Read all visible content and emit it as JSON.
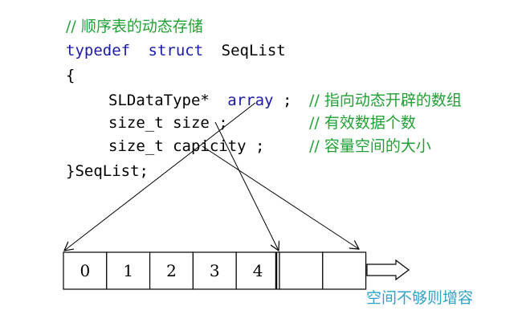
{
  "colors": {
    "comment": "#22a035",
    "keyword": "#1a1aa6",
    "text": "#000000",
    "note": "#2fa3c9",
    "line": "#000000"
  },
  "code": {
    "comment_title": "// 顺序表的动态存储",
    "typedef_kw": "typedef",
    "struct_kw": "struct",
    "struct_name": "SeqList",
    "open_brace": "{",
    "field1_type": "SLDataType*",
    "field1_name": "array",
    "field1_semicolon": ";",
    "field1_comment": "// 指向动态开辟的数组",
    "field2_decl": "size_t size ;",
    "field2_comment": "// 有效数据个数",
    "field3_decl": "size_t capicity ;",
    "field3_comment": "// 容量空间的大小",
    "close_line": "}SeqList;"
  },
  "array_cells": [
    "0",
    "1",
    "2",
    "3",
    "4",
    "",
    ""
  ],
  "growth_note": "空间不够则增容"
}
